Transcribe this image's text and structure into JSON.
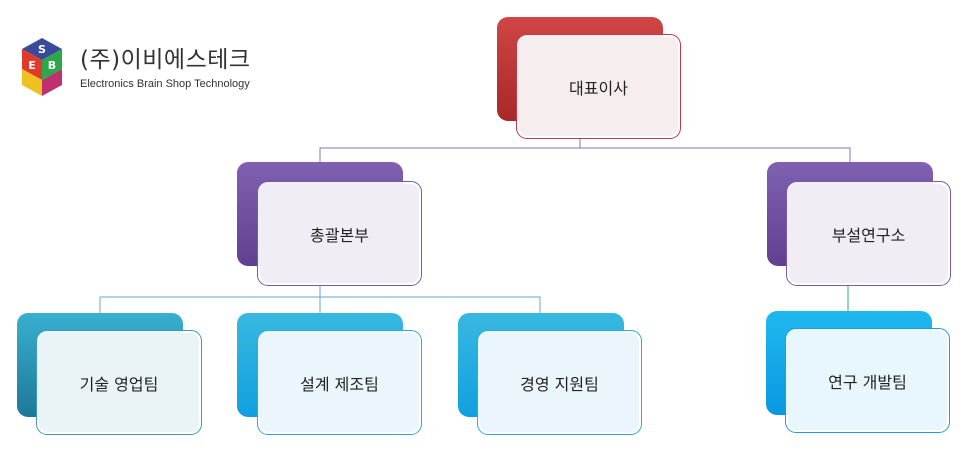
{
  "company": {
    "name": "(주)이비에스테크",
    "subtitle": "Electronics Brain Shop Technology",
    "logo_letters": [
      "S",
      "E",
      "B"
    ]
  },
  "org": {
    "ceo": {
      "label": "대표이사",
      "color": "#c23a3a"
    },
    "division": {
      "label": "총괄본부",
      "color": "#7050a0"
    },
    "lab": {
      "label": "부설연구소",
      "color": "#7050a0"
    },
    "teams": [
      {
        "label": "기술 영업팀",
        "color": "#2a8aa8"
      },
      {
        "label": "설계 제조팀",
        "color": "#1ea5d6"
      },
      {
        "label": "경영 지원팀",
        "color": "#1ea5d6"
      },
      {
        "label": "연구 개발팀",
        "color": "#12a8e8"
      }
    ]
  }
}
